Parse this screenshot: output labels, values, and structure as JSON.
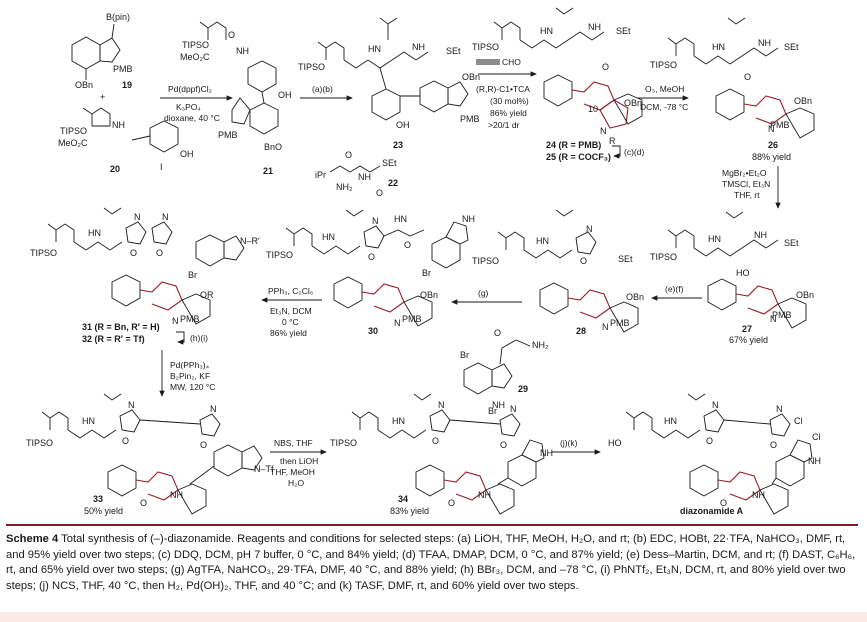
{
  "compounds": {
    "c19": "19",
    "c20": "20",
    "c21": "21",
    "c22": "22",
    "c23": "23",
    "c24": "24 (R = PMB)",
    "c25": "25 (R = COCF₃)",
    "c26": "26",
    "c27": "27",
    "c28": "28",
    "c29": "29",
    "c30": "30",
    "c31": "31 (R = Bn, R′ = H)",
    "c32": "32 (R = R′ = Tf)",
    "c33": "33",
    "c34": "34",
    "cfinal": "diazonamide A"
  },
  "yields": {
    "y26": "88% yield",
    "y27": "67% yield",
    "y33": "50% yield",
    "y34": "83% yield"
  },
  "conditions": {
    "step1": [
      "Pd(dppf)Cl₂",
      "K₃PO₄",
      "dioxane, 40 °C"
    ],
    "step2": "(a)(b)",
    "step3": [
      "(R,R)-C1•TCA",
      "(30 mol%)",
      "86% yield",
      ">20/1 dr"
    ],
    "step3_reagent": "CHO",
    "step4": "(c)(d)",
    "step5": [
      "O₃, MeOH",
      "DCM, -78 °C"
    ],
    "step6": [
      "MgBr₂•Et₂O",
      "TMSCl, Et₃N",
      "THF, rt"
    ],
    "step7": "(e)(f)",
    "step8": "(g)",
    "step9": [
      "PPh₃, C₂Cl₆",
      "Et₃N, DCM",
      "0 °C",
      "86% yield"
    ],
    "step10": "(h)(i)",
    "step11": [
      "Pd(PPh₃)₄",
      "B₂Pin₂, KF",
      "MW, 120 °C"
    ],
    "step12": [
      "NBS, THF",
      "then LiOH",
      "THF, MeOH",
      "H₂O"
    ],
    "step13": "(j)(k)"
  },
  "atoms": {
    "bpin": "B(pin)",
    "pmb": "PMB",
    "obn": "OBn",
    "bno": "BnO",
    "tipso": "TIPSO",
    "meo2c": "MeO₂C",
    "nh": "NH",
    "hn": "HN",
    "oh": "OH",
    "o": "O",
    "i": "I",
    "set": "SEt",
    "ipr": "iPr",
    "nh2": "NH₂",
    "br": "Br",
    "r": "R",
    "rp": "N–R′",
    "or": "OR",
    "ho": "HO",
    "cl": "Cl",
    "tf": "N–Tf",
    "n": "N",
    "n10": "10",
    "plus": "+"
  },
  "caption": {
    "label": "Scheme 4",
    "text": "Total synthesis of (–)-diazonamide. Reagents and conditions for selected steps: (a) LiOH, THF, MeOH, H₂O, and rt; (b) EDC, HOBt, 22·TFA, NaHCO₃, DMF, rt, and 95% yield over two steps; (c) DDQ, DCM, pH 7 buffer, 0 °C, and 84% yield; (d) TFAA, DMAP, DCM, 0 °C, and 87% yield; (e) Dess–Martin, DCM, and rt; (f) DAST, C₆H₆, rt, and 65% yield over two steps; (g) AgTFA, NaHCO₃, 29·TFA, DMF, 40 °C, and 88% yield; (h) BBr₃, DCM, and –78 °C, (i) PhNTf₂, Et₃N, DCM, rt, and 80% yield over two steps; (j) NCS, THF, 40 °C, then H₂, Pd(OH)₂, THF, and 40 °C; and (k) TASF, DMF, rt, and 60% yield over two steps."
  }
}
